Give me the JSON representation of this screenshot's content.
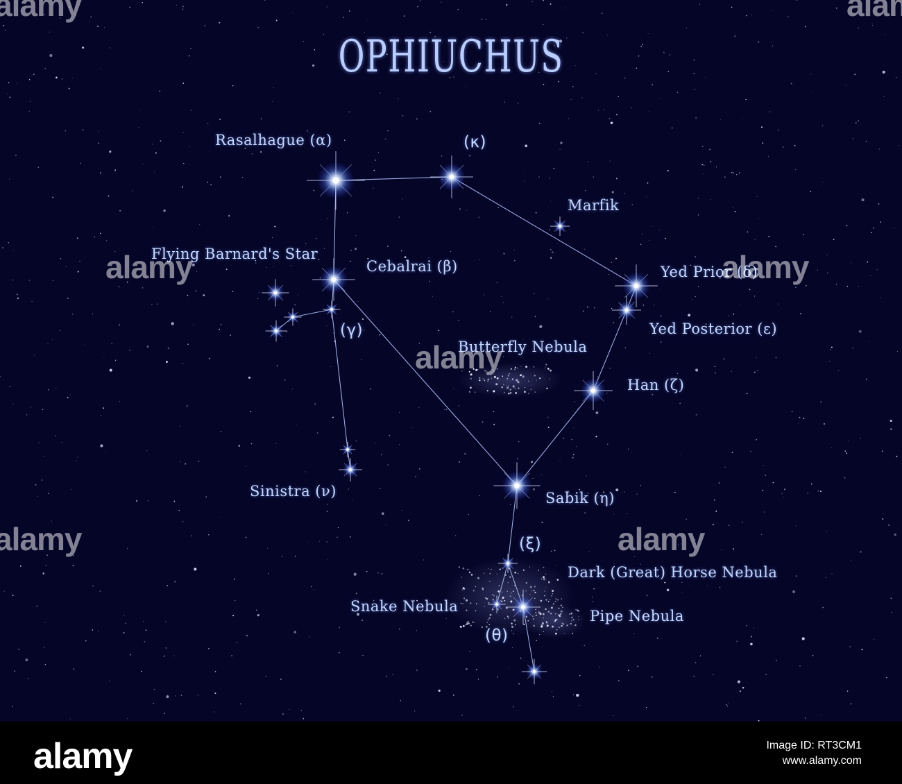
{
  "title": "OPHIUCHUS",
  "labels": {
    "rasalhague": "Rasalhague (α)",
    "kappa": "(κ)",
    "marfik": "Marfik",
    "barnard": "Flying Barnard's Star",
    "cebalrai": "Cebalrai (β)",
    "yed_prior": "Yed Prior (δ)",
    "gamma": "(γ)",
    "yed_posterior": "Yed Posterior (ε)",
    "butterfly": "Butterfly Nebula",
    "han": "Han (ζ)",
    "sinistra": "Sinistra (ν)",
    "sabik": "Sabik (η)",
    "xi": "(ξ)",
    "horse": "Dark (Great) Horse Nebula",
    "snake": "Snake Nebula",
    "pipe": "Pipe Nebula",
    "theta": "(θ)"
  },
  "watermark": "alamy",
  "footer": {
    "logo": "alamy",
    "image_id": "Image ID: RT3CM1",
    "site": "www.alamy.com"
  },
  "colors": {
    "background": "#050528",
    "star": "#dfe9ff",
    "glow": "#6f9bff",
    "line": "#b7c8ff",
    "label": "#c6d8ff"
  }
}
